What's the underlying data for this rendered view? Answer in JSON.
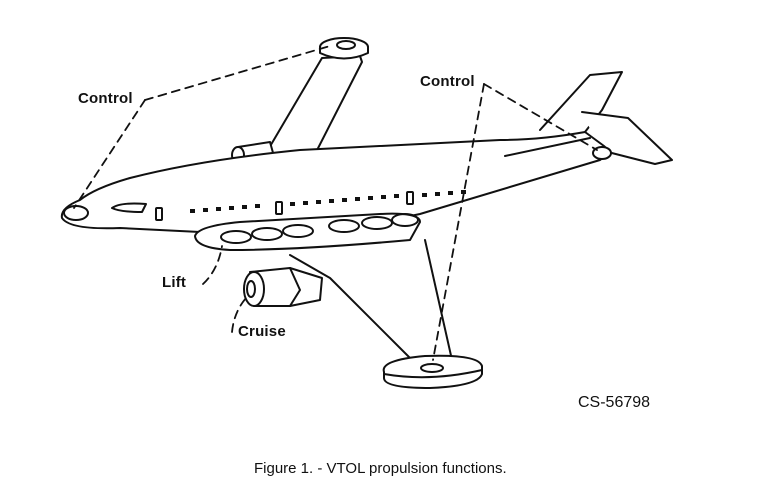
{
  "labels": {
    "control_left": "Control",
    "control_right": "Control",
    "lift": "Lift",
    "cruise": "Cruise"
  },
  "figure_id": "CS-56798",
  "caption": "Figure 1. - VTOL propulsion functions."
}
